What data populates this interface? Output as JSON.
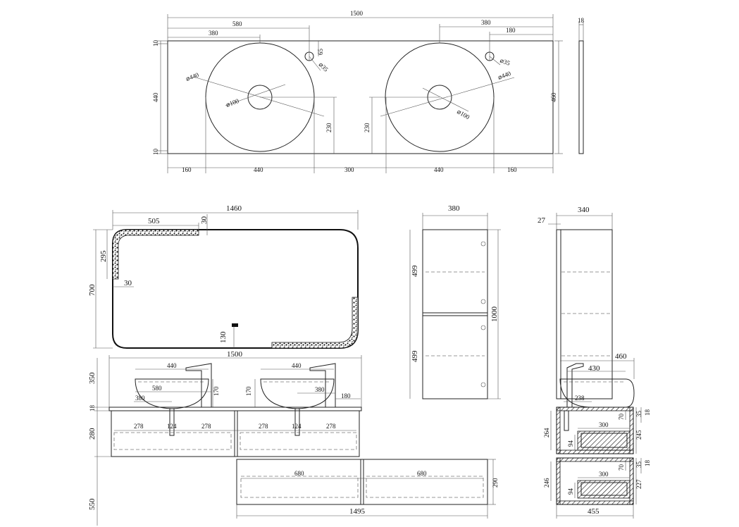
{
  "top_view": {
    "overall_width": "1500",
    "dim_580": "580",
    "dim_380_left": "380",
    "dim_380_right": "380",
    "dim_180": "180",
    "dim_18": "18",
    "dim_10_top": "10",
    "dim_440_vertical": "440",
    "dim_10_bottom": "10",
    "dim_460": "460",
    "dim_65": "65",
    "tap_hole_left": "⌀35",
    "tap_hole_right": "⌀35",
    "basin_dia_left": "⌀440",
    "basin_dia_right": "⌀440",
    "drain_dia_left": "⌀100",
    "drain_dia_right": "⌀100",
    "dim_230_left": "230",
    "dim_230_right": "230",
    "bottom_dims": [
      "160",
      "440",
      "300",
      "440",
      "160"
    ]
  },
  "mirror": {
    "width": "1460",
    "height": "700",
    "dim_505": "505",
    "dim_30_top": "30",
    "dim_295": "295",
    "dim_30_side": "30",
    "dim_130": "130"
  },
  "cabinet": {
    "width": "380",
    "height": "1000",
    "upper_section": "499",
    "lower_section": "499"
  },
  "cabinet_side": {
    "depth": "340",
    "door": "27"
  },
  "front_view": {
    "top_width": "1500",
    "basin_height": "350",
    "basin_width_left": "440",
    "basin_width_right": "440",
    "dim_580": "580",
    "dim_380_left": "380",
    "dim_380_right": "380",
    "dim_180": "180",
    "tap_170_left": "170",
    "tap_170_right": "170",
    "top_thickness": "18",
    "drawer_height": "280",
    "drawer_dims": [
      "278",
      "124",
      "278",
      "278",
      "124",
      "278"
    ],
    "lower_drawer_dims": [
      "680",
      "680"
    ],
    "lower_height": "290",
    "lower_width": "1495",
    "lower_gap": "550"
  },
  "side_view": {
    "depth_460": "460",
    "basin_430": "430",
    "dim_238": "238",
    "dim_70_top": "70",
    "dim_35_top": "35",
    "dim_18_top": "18",
    "dim_264": "264",
    "dim_300_top": "300",
    "dim_94_top": "94",
    "dim_245": "245",
    "dim_70_bottom": "70",
    "dim_35_bottom": "35",
    "dim_18_bottom": "18",
    "dim_246": "246",
    "dim_300_bottom": "300",
    "dim_94_bottom": "94",
    "dim_227": "227",
    "depth_455": "455"
  }
}
